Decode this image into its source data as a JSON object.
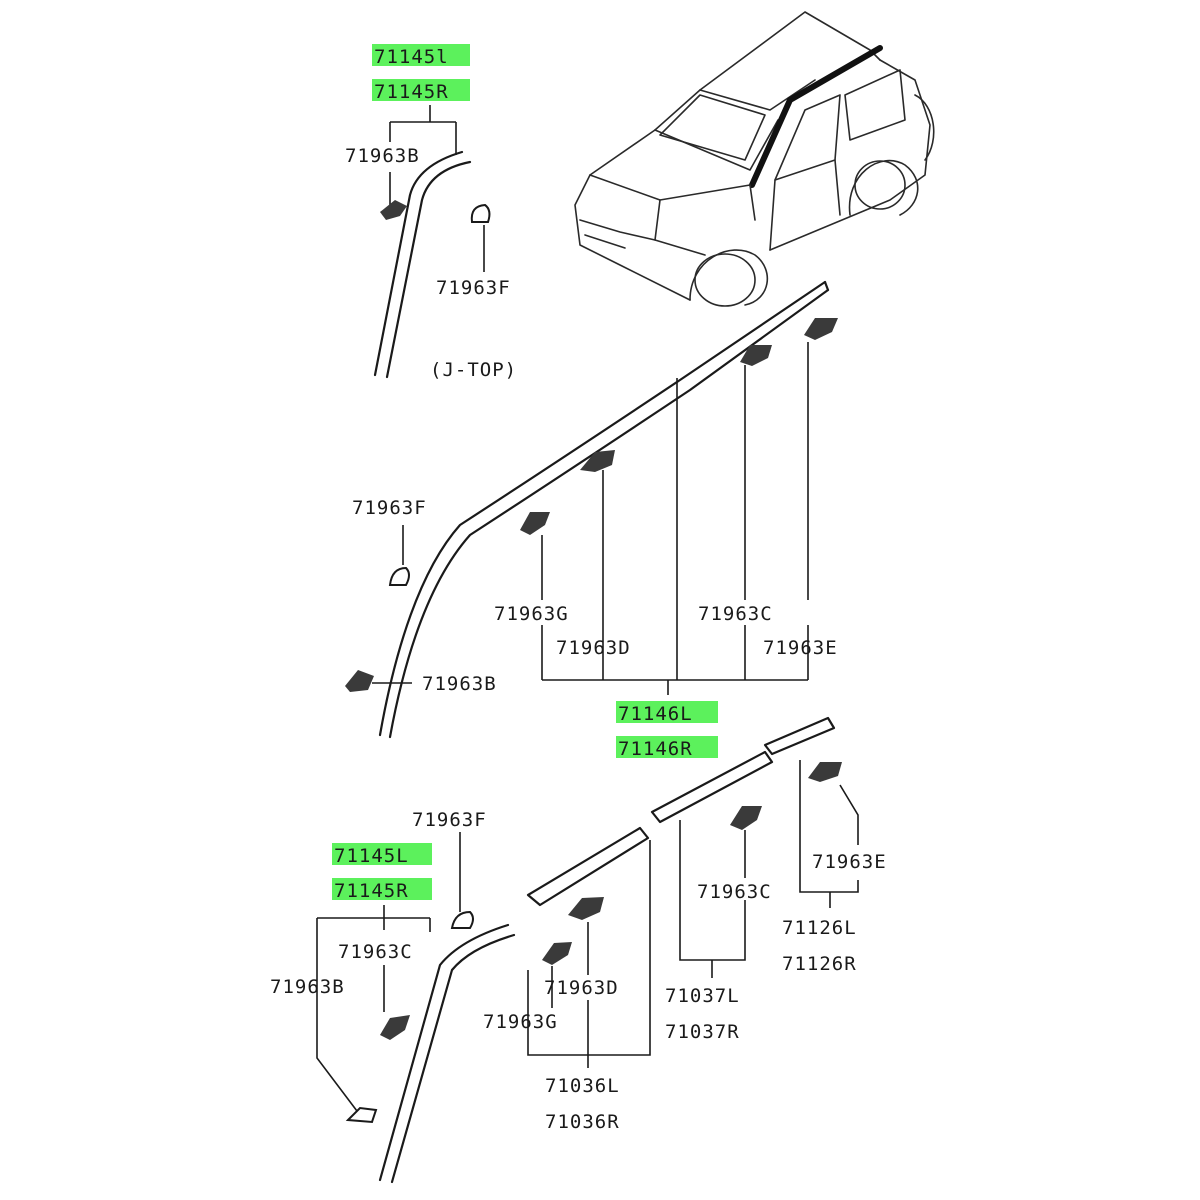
{
  "groups": {
    "top": {
      "part_left": "71145l",
      "part_right": "71145R",
      "variant": "(J-TOP)",
      "clip_b": "71963B",
      "clip_f": "71963F"
    },
    "middle": {
      "part_left": "71146L",
      "part_right": "71146R",
      "clip_f": "71963F",
      "clip_g": "71963G",
      "clip_d": "71963D",
      "clip_c": "71963C",
      "clip_e": "71963E",
      "clip_b": "71963B"
    },
    "bottom": {
      "part_left": "71145L",
      "part_right": "71145R",
      "clip_f": "71963F",
      "clip_c_left": "71963C",
      "clip_b": "71963B",
      "clip_d": "71963D",
      "clip_g": "71963G",
      "clip_c_right": "71963C",
      "clip_e": "71963E",
      "front_left": "71036L",
      "front_right": "71036R",
      "mid_left": "71037L",
      "mid_right": "71037R",
      "rear_left": "71126L",
      "rear_right": "71126R"
    }
  },
  "highlight_color": "#5cf15c",
  "icons": [
    "vehicle-icon",
    "clip-icon"
  ]
}
